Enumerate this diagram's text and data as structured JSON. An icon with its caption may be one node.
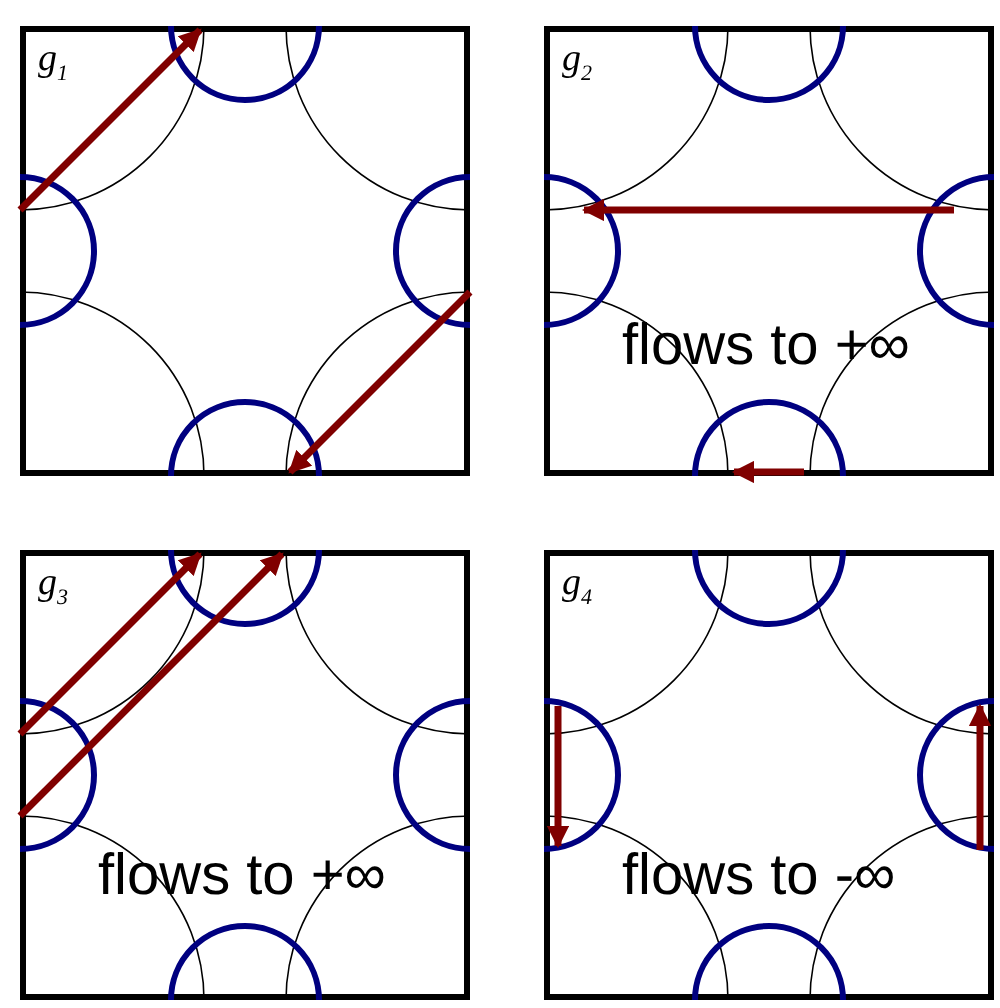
{
  "diagram": {
    "nodes": [
      {
        "text": [
          "g$_{1}$"
        ]
      },
      {
        "text": [
          "g$_{2}$",
          "flows to +∞"
        ]
      },
      {
        "text": [
          "g$_{3}$",
          "flows to +∞"
        ]
      },
      {
        "text": [
          "g$_{4}$",
          "flows to -∞"
        ]
      }
    ]
  }
}
